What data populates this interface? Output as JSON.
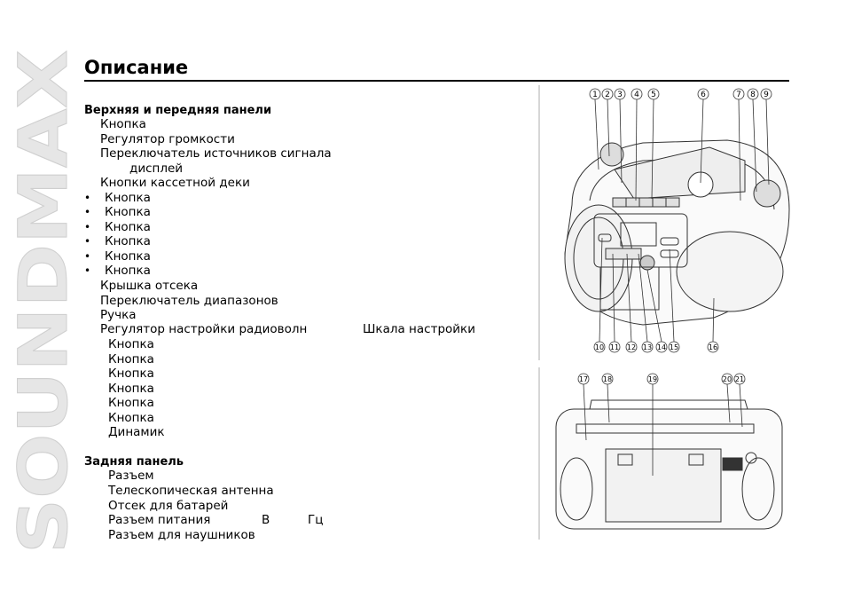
{
  "brand": "SOUNDMAX",
  "title": "Описание",
  "front": {
    "heading": "Верхняя и передняя панели",
    "items": [
      {
        "text": "Кнопка",
        "bullet": false
      },
      {
        "text": "Регулятор громкости",
        "bullet": false
      },
      {
        "text": "Переключатель источников сигнала",
        "bullet": false
      },
      {
        "text": "дисплей",
        "bullet": false
      },
      {
        "text": "Кнопки кассетной деки",
        "bullet": false
      },
      {
        "text": "Кнопка",
        "bullet": true
      },
      {
        "text": "Кнопка",
        "bullet": true
      },
      {
        "text": "Кнопка",
        "bullet": true
      },
      {
        "text": "Кнопка",
        "bullet": true
      },
      {
        "text": "Кнопка",
        "bullet": true
      },
      {
        "text": "Кнопка",
        "bullet": true
      },
      {
        "text": "Крышка отсека",
        "bullet": false
      },
      {
        "text": "Переключатель диапазонов",
        "bullet": false
      },
      {
        "text": "Ручка",
        "bullet": false
      },
      {
        "text": "Регулятор настройки радиоволн",
        "bullet": false,
        "extra": "Шкала настройки"
      },
      {
        "text": "Кнопка",
        "bullet": false
      },
      {
        "text": "Кнопка",
        "bullet": false
      },
      {
        "text": "Кнопка",
        "bullet": false
      },
      {
        "text": "Кнопка",
        "bullet": false
      },
      {
        "text": "Кнопка",
        "bullet": false
      },
      {
        "text": "Кнопка",
        "bullet": false
      },
      {
        "text": "Динамик",
        "bullet": false
      }
    ]
  },
  "rear": {
    "heading": "Задняя панель",
    "items": [
      {
        "text": "Разъем"
      },
      {
        "text": "Телескопическая антенна"
      },
      {
        "text": "Отсек для батарей"
      },
      {
        "text": "Разъем питания",
        "mid1": "В",
        "mid2": "Гц"
      },
      {
        "text": "Разъем для наушников"
      }
    ]
  },
  "figure": {
    "top_callouts": [
      "1",
      "2",
      "3",
      "4",
      "5",
      "6",
      "7",
      "8",
      "9"
    ],
    "bottom_callouts": [
      "10",
      "11",
      "12",
      "13",
      "14",
      "15",
      "16"
    ],
    "rear_callouts": [
      "17",
      "18",
      "19",
      "20",
      "21"
    ],
    "bullet_glyph": "•"
  }
}
